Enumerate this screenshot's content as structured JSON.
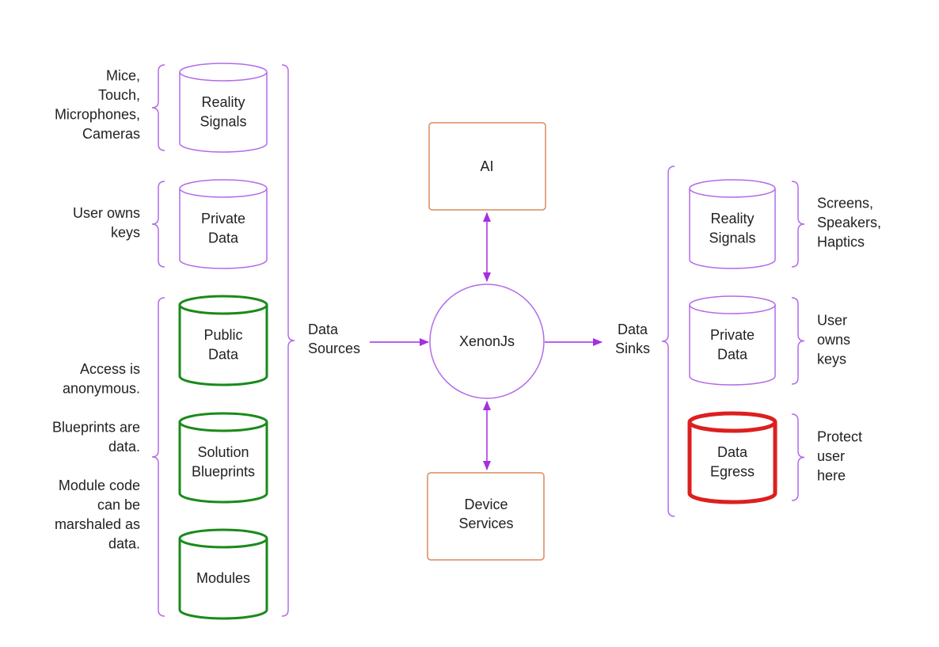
{
  "colors": {
    "purple": "#b36be8",
    "arrow": "#a52ee0",
    "green": "#1a8a1a",
    "red": "#dd1f1f",
    "orange": "#d98a5c",
    "text": "#222222"
  },
  "left": {
    "bracket_label": "Data Sources",
    "stores": [
      {
        "id": "reality-signals",
        "label": "Reality Signals",
        "style": "purple"
      },
      {
        "id": "private-data",
        "label": "Private Data",
        "style": "purple"
      },
      {
        "id": "public-data",
        "label": "Public Data",
        "style": "green"
      },
      {
        "id": "solution-blueprints",
        "label": "Solution Blueprints",
        "style": "green"
      },
      {
        "id": "modules",
        "label": "Modules",
        "style": "green"
      }
    ],
    "notes": [
      {
        "id": "signals",
        "lines": [
          "Mice,",
          "Touch,",
          "Microphones,",
          "Cameras"
        ]
      },
      {
        "id": "private",
        "lines": [
          "User owns",
          "keys"
        ]
      },
      {
        "id": "public",
        "lines": [
          "Access is",
          "anonymous.",
          "",
          "Blueprints are",
          "data.",
          "",
          "Module code",
          "can be",
          "marshaled as",
          "data."
        ]
      }
    ]
  },
  "center": {
    "hub": "XenonJs",
    "ai": "AI",
    "device_services": "Device Services"
  },
  "right": {
    "bracket_label": "Data Sinks",
    "stores": [
      {
        "id": "reality-signals",
        "label": "Reality Signals",
        "style": "purple"
      },
      {
        "id": "private-data",
        "label": "Private Data",
        "style": "purple"
      },
      {
        "id": "data-egress",
        "label": "Data Egress",
        "style": "red"
      }
    ],
    "notes": [
      {
        "id": "signals",
        "lines": [
          "Screens,",
          "Speakers,",
          "Haptics"
        ]
      },
      {
        "id": "private",
        "lines": [
          "User",
          "owns",
          "keys"
        ]
      },
      {
        "id": "egress",
        "lines": [
          "Protect",
          "user",
          "here"
        ]
      }
    ]
  }
}
